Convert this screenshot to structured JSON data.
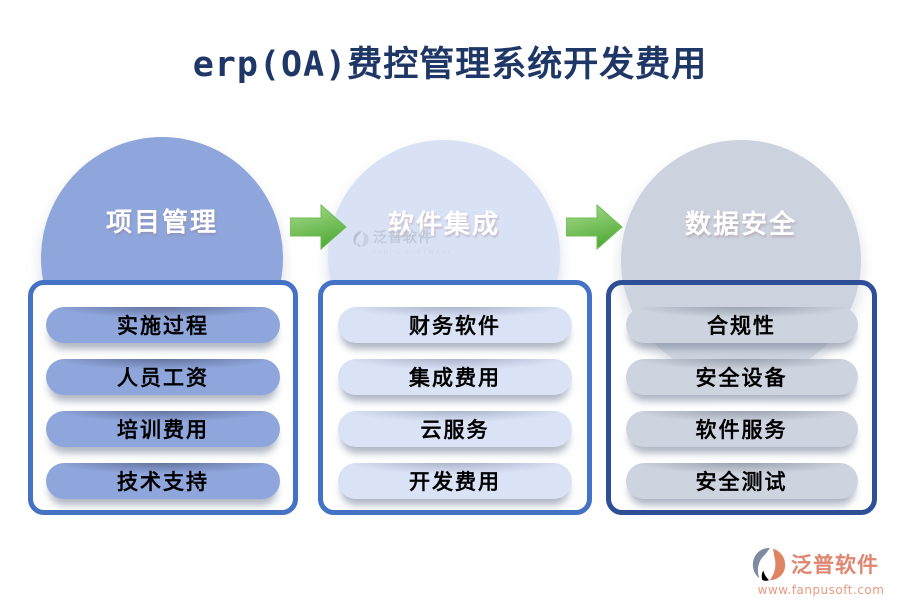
{
  "title": "erp(OA)费控管理系统开发费用",
  "columns": [
    {
      "circle_label": "项目管理",
      "items": [
        "实施过程",
        "人员工资",
        "培训费用",
        "技术支持"
      ]
    },
    {
      "circle_label": "软件集成",
      "items": [
        "财务软件",
        "集成费用",
        "云服务",
        "开发费用"
      ]
    },
    {
      "circle_label": "数据安全",
      "items": [
        "合规性",
        "安全设备",
        "软件服务",
        "安全测试"
      ]
    }
  ],
  "watermark": {
    "brand": "泛普软件",
    "tagline": "FANPU SOFTWARE"
  },
  "footer": {
    "brand": "泛普软件",
    "url": "www.fanpusoft.com"
  },
  "colors": {
    "title": "#1e3766",
    "circle_1": "#8fa6dc",
    "circle_2": "#d9e2f5",
    "circle_3": "#ccd3de",
    "box_border_1": "#4472c4",
    "box_border_2": "#4472c4",
    "box_border_3": "#2e4e96",
    "arrow_green": "#5cb544",
    "footer_brand": "#df8570"
  }
}
